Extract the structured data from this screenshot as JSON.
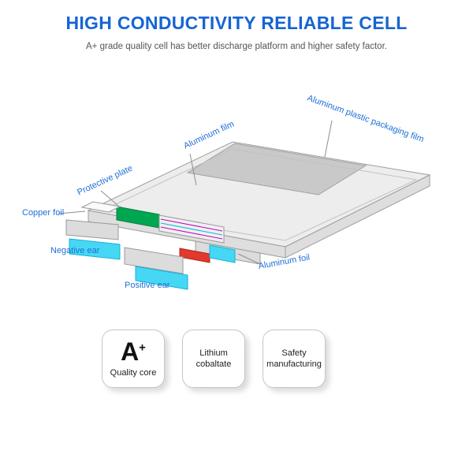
{
  "header": {
    "title": "HIGH CONDUCTIVITY RELIABLE CELL",
    "subtitle": "A+ grade quality cell has better discharge platform and higher safety factor."
  },
  "diagram": {
    "labels": {
      "aluminum_plastic": "Aluminum plastic packaging film",
      "aluminum_film": "Aluminum film",
      "protective_plate": "Protective plate",
      "copper_foil": "Copper foil",
      "negative_ear": "Negative ear",
      "positive_ear": "Positive ear",
      "aluminum_foil": "Aluminum foil"
    }
  },
  "features": [
    {
      "badge": "A",
      "badge_sup": "+",
      "label": "Quality core"
    },
    {
      "label": "Lithium cobaltate"
    },
    {
      "label": "Safety manufacturing"
    }
  ],
  "colors": {
    "title_blue": "#1565d2",
    "label_blue": "#1d6fd6",
    "body_gray": "#ededed",
    "patch_gray": "#c9c9c9",
    "green_layer": "#00a650",
    "cyan_tab": "#46d7f5",
    "red_layer": "#e2392c",
    "magenta_stripe": "#c800c8"
  }
}
